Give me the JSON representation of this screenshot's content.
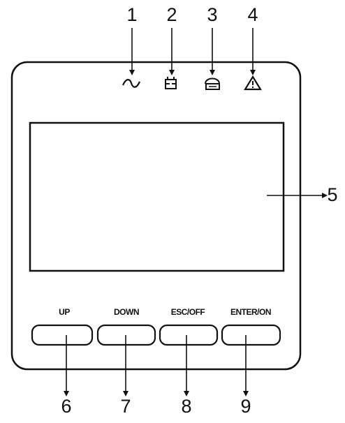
{
  "indicators": [
    {
      "callout": "1",
      "icon": "ac-line-icon"
    },
    {
      "callout": "2",
      "icon": "battery-icon"
    },
    {
      "callout": "3",
      "icon": "bypass-icon"
    },
    {
      "callout": "4",
      "icon": "warning-icon"
    }
  ],
  "display": {
    "callout": "5"
  },
  "buttons": [
    {
      "label": "UP",
      "callout": "6"
    },
    {
      "label": "DOWN",
      "callout": "7"
    },
    {
      "label": "ESC/OFF",
      "callout": "8"
    },
    {
      "label": "ENTER/ON",
      "callout": "9"
    }
  ]
}
